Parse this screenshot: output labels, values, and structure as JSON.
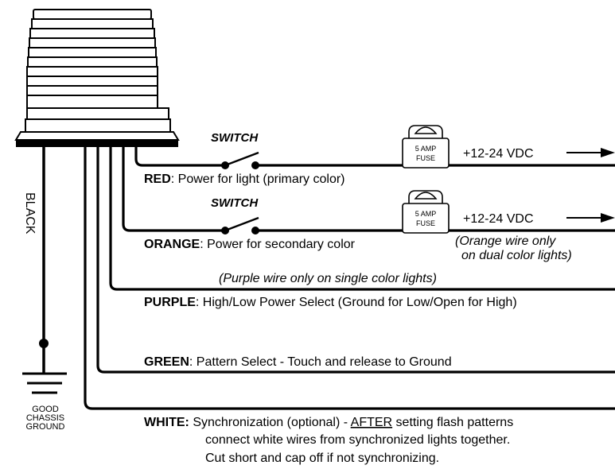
{
  "switch_label": "SWITCH",
  "fuse": {
    "line1": "5 AMP",
    "line2": "FUSE"
  },
  "supply": "+12-24 VDC",
  "black": "BLACK",
  "ground": {
    "line1": "GOOD",
    "line2": "CHASSIS",
    "line3": "GROUND"
  },
  "red": {
    "name": "RED",
    "desc": ": Power for light (primary color)"
  },
  "orange": {
    "name": "ORANGE",
    "desc": ": Power for secondary color",
    "note1": "(Orange wire only",
    "note2": "on dual color lights)"
  },
  "purple": {
    "note": "(Purple wire only on single color lights)",
    "name": "PURPLE",
    "desc": ": High/Low Power Select (Ground for Low/Open for High)"
  },
  "green": {
    "name": "GREEN",
    "desc": ": Pattern Select - Touch and release to Ground"
  },
  "white": {
    "name": "WHITE:",
    "desc_pre": " Synchronization (optional) - ",
    "desc_u": "AFTER",
    "desc_post": " setting flash patterns",
    "line2": "connect white wires from synchronized lights together.",
    "line3": "Cut short and cap off if not synchronizing."
  }
}
